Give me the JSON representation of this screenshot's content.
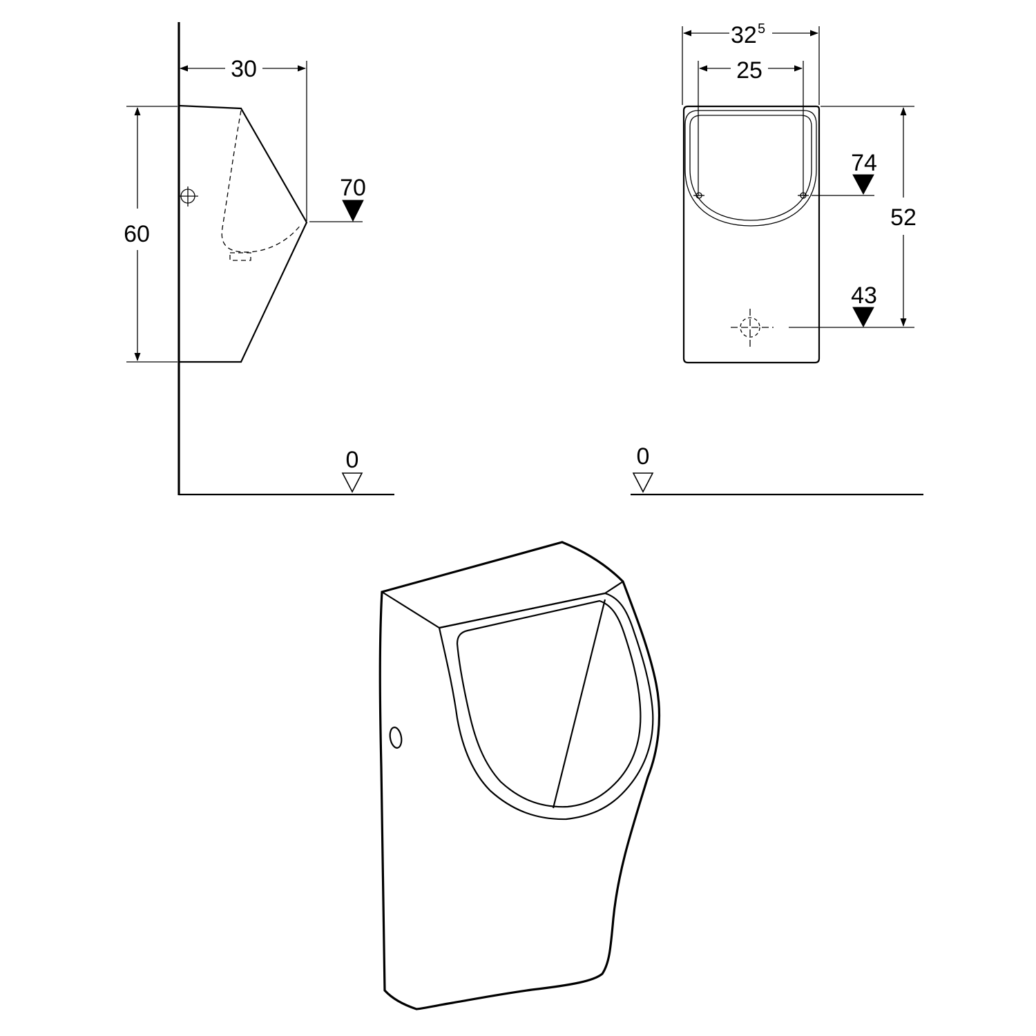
{
  "side_view": {
    "width_dimension": "30",
    "height_dimension": "60",
    "front_height_marker": "70",
    "floor_level_marker": "0"
  },
  "front_view": {
    "outer_width_dimension_main": "32",
    "outer_width_dimension_superscript": "5",
    "inner_width_dimension": "25",
    "fixing_height_marker": "74",
    "height_dimension": "52",
    "outlet_height_marker": "43",
    "floor_level_marker": "0"
  },
  "perspective_view": {}
}
